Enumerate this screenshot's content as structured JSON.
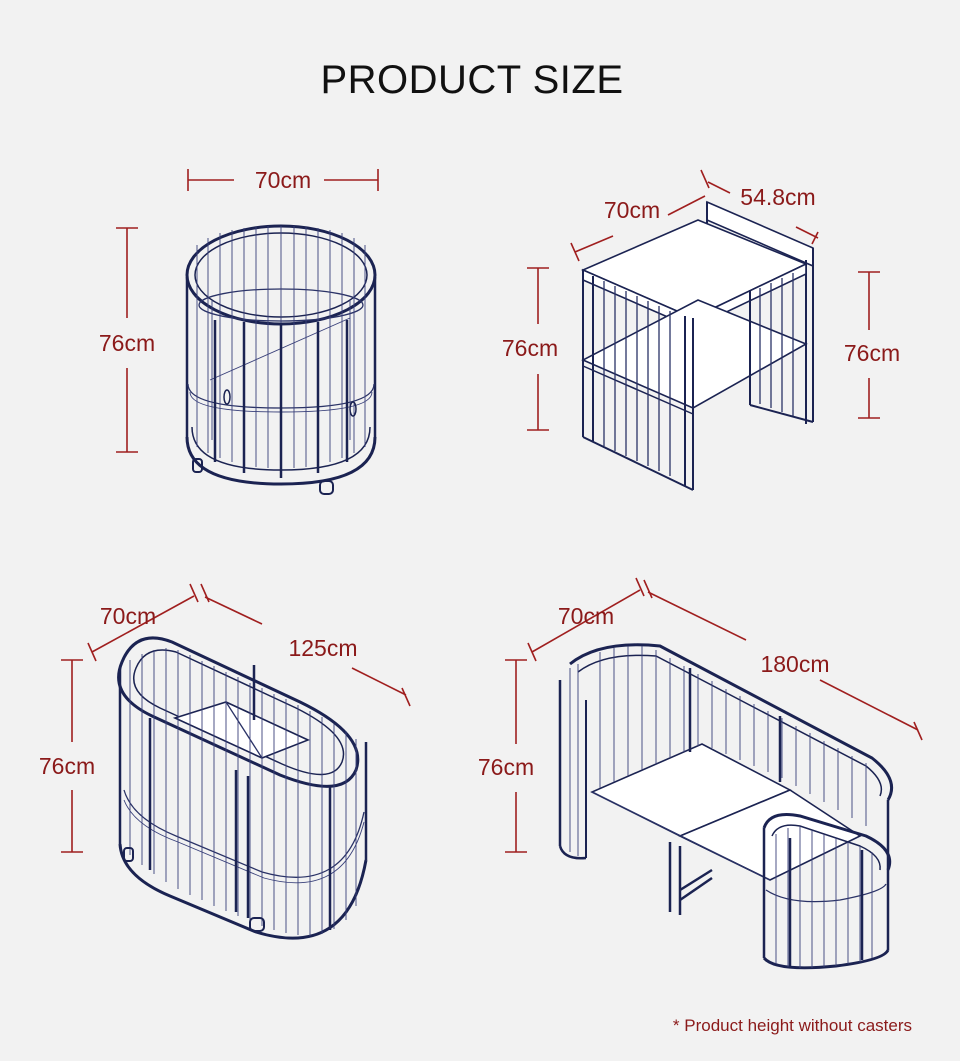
{
  "title": "PRODUCT SIZE",
  "footnote": "* Product height without casters",
  "colors": {
    "dimension": "#a01f1f",
    "drawing": "#1b2352",
    "background": "#f2f2f2"
  },
  "products": [
    {
      "name": "round-crib",
      "width": "70cm",
      "height": "76cm"
    },
    {
      "name": "changing-table",
      "width": "70cm",
      "depth": "54.8cm",
      "height_left": "76cm",
      "height_right": "76cm"
    },
    {
      "name": "oval-crib",
      "width": "70cm",
      "length": "125cm",
      "height": "76cm"
    },
    {
      "name": "extended-bed",
      "width": "70cm",
      "length": "180cm",
      "height": "76cm"
    }
  ]
}
